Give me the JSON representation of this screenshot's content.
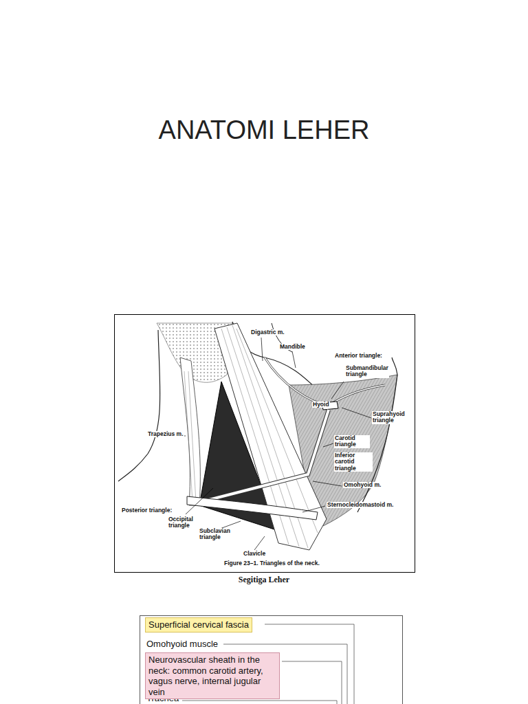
{
  "diagram": {
    "title": "ANATOMI LEHER",
    "caption": "Segitiga Leher",
    "nodes": [
      {
        "text": [
          "Superficial cervical fascia"
        ]
      },
      {
        "text": [
          "Neurovascular sheath in the neck: common carotid artery, vagus nerve, internal jugular vein"
        ]
      }
    ],
    "labels": [
      "Digastric m.",
      "Mandible",
      "Anterior triangle:",
      "Submandibular triangle",
      "Hyoid",
      "Suprahyoid triangle",
      "Trapezius m.",
      "Carotid triangle",
      "Inferior carotid triangle",
      "Omohyoid m.",
      "Sternocleidomastoid m.",
      "Posterior triangle:",
      "Occipital triangle",
      "Subclavian triangle",
      "Clavicle",
      "Figure 23–1. Triangles of the neck.",
      "Omohyoid muscle",
      "Trachea"
    ]
  }
}
